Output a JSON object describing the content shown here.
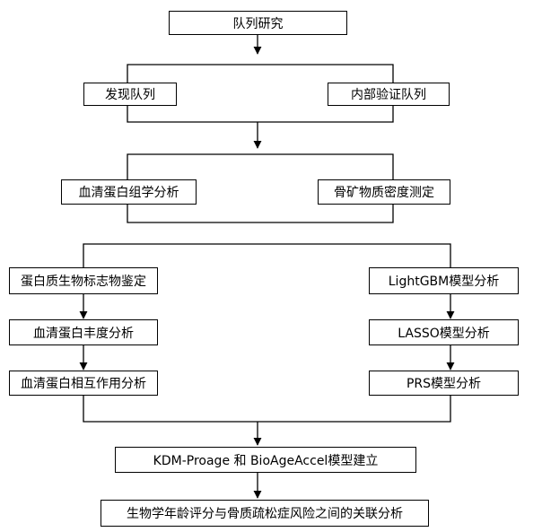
{
  "flowchart": {
    "cohort_study": "队列研究",
    "discovery_cohort": "发现队列",
    "internal_validation_cohort": "内部验证队列",
    "serum_proteomics": "血清蛋白组学分析",
    "bone_density_measurement": "骨矿物质密度测定",
    "protein_biomarker_identification": "蛋白质生物标志物鉴定",
    "serum_protein_abundance": "血清蛋白丰度分析",
    "serum_protein_interaction": "血清蛋白相互作用分析",
    "lightgbm_model": "LightGBM模型分析",
    "lasso_model": "LASSO模型分析",
    "prs_model": "PRS模型分析",
    "kdm_bioage_model": "KDM-Proage 和 BioAgeAccel模型建立",
    "association_analysis": "生物学年龄评分与骨质疏松症风险之间的关联分析"
  }
}
